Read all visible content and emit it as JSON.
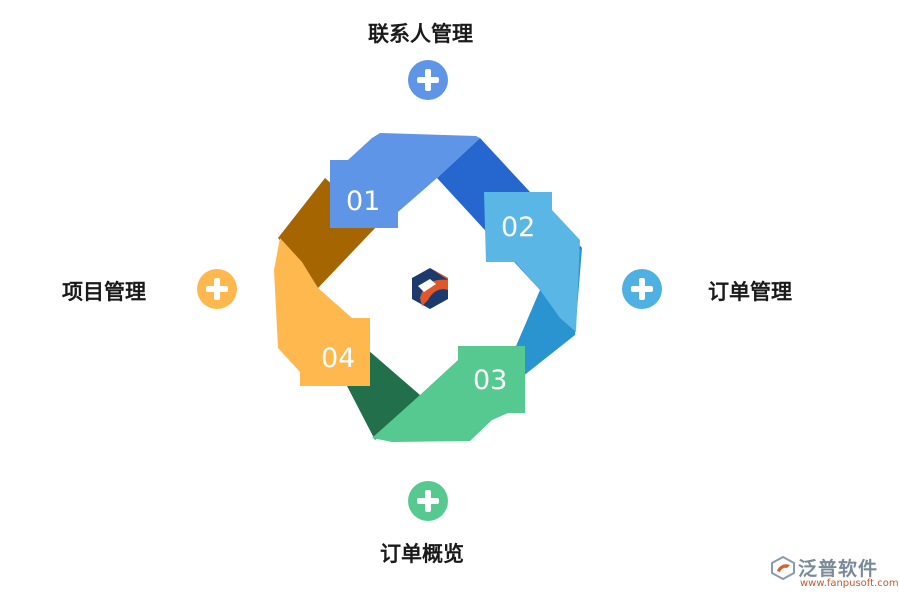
{
  "diagram": {
    "items": [
      {
        "step": "01",
        "label": "联系人管理",
        "color": "#5e95e6",
        "plus_color": "#5e95e6"
      },
      {
        "step": "02",
        "label": "订单管理",
        "color": "#5ab6e5",
        "plus_color": "#4fb1e2"
      },
      {
        "step": "03",
        "label": "订单概览",
        "color": "#55c990",
        "plus_color": "#55c990"
      },
      {
        "step": "04",
        "label": "项目管理",
        "color": "#ffb84d",
        "plus_color": "#ffb84d"
      }
    ],
    "ribbon_colors": {
      "top_right": "#2567cf",
      "bottom_right": "#2a94d1",
      "bottom_left": "#226f4b",
      "top_left": "#a56500"
    },
    "center_icon": "hexagon-logo-icon",
    "plus_icon": "plus-circle-icon"
  },
  "watermark": {
    "brand": "泛普软件",
    "url": "www.fanpusoft.com",
    "icon": "fanpu-logo-icon"
  }
}
